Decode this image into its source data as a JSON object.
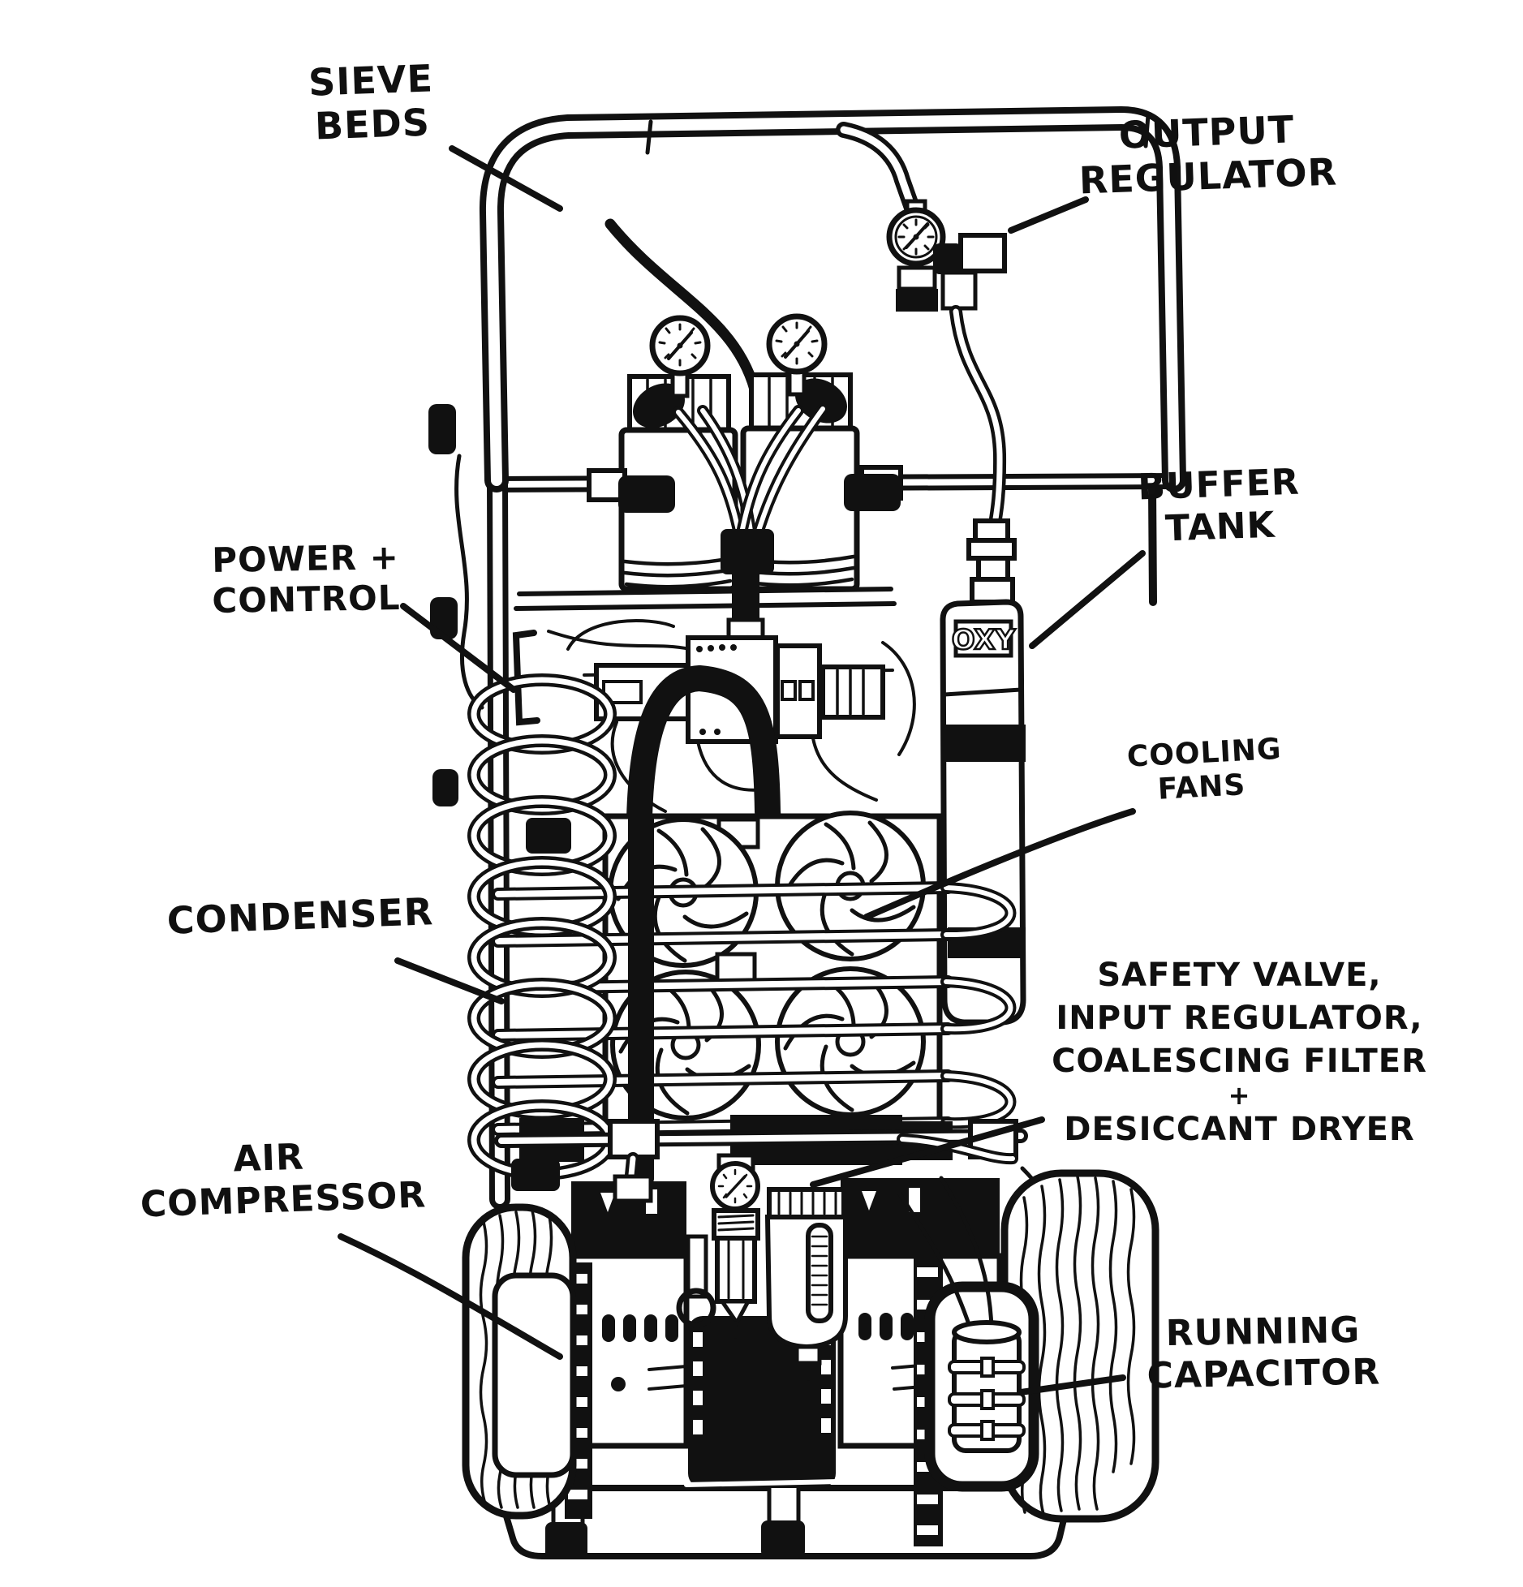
{
  "title": "Hand-drawn annotated diagram of a DIY oxygen concentrator cart",
  "colors": {
    "ink": "#111111",
    "paper": "#ffffff"
  },
  "labels": {
    "sieve_beds": {
      "line1": "SIEVE",
      "line2": "BEDS"
    },
    "output_regulator": {
      "line1": "OUTPUT",
      "line2": "REGULATOR"
    },
    "power_control": {
      "line1": "POWER +",
      "line2": "CONTROL"
    },
    "buffer_tank": {
      "line1": "BUFFER",
      "line2": "TANK"
    },
    "cooling_fans": {
      "line1": "COOLING",
      "line2": "FANS"
    },
    "condenser": {
      "line1": "CONDENSER"
    },
    "safety_group": {
      "line1": "SAFETY VALVE,",
      "line2": "INPUT REGULATOR,",
      "line3": "COALESCING FILTER",
      "line4": "+",
      "line5": "DESICCANT DRYER"
    },
    "air_compressor": {
      "line1": "AIR",
      "line2": "COMPRESSOR"
    },
    "running_capacitor": {
      "line1": "RUNNING",
      "line2": "CAPACITOR"
    }
  },
  "drawing_text": {
    "tank_marking": "OXY"
  }
}
